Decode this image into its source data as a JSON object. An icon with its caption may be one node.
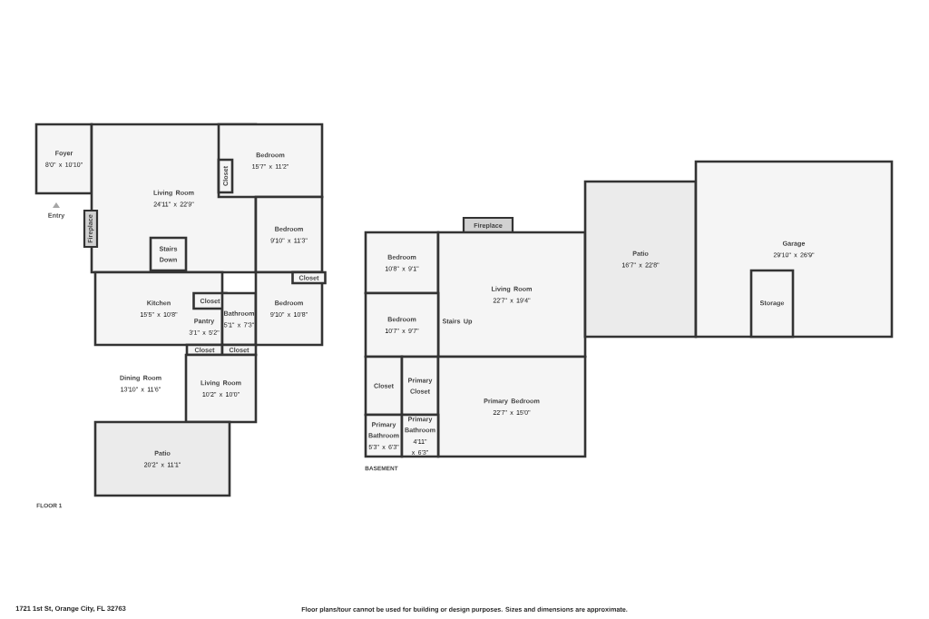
{
  "diagram": {
    "nodes": [
      {
        "text": [
          "Foyer",
          "8'0\" x 10'10\""
        ]
      },
      {
        "text": [
          "Living Room",
          "24'11\" x 22'9\""
        ]
      },
      {
        "text": [
          "Bedroom",
          "15'7\" x 11'2\""
        ]
      },
      {
        "text": [
          "Closet"
        ]
      },
      {
        "text": [
          "Bedroom",
          "9'10\" x 11'3\""
        ]
      },
      {
        "text": [
          "Stairs Down"
        ],
        "in": 1
      },
      {
        "text": [
          "Fireplace"
        ]
      },
      {
        "text": [
          "Kitchen",
          "15'5\" x 10'8\""
        ]
      },
      {
        "text": [
          "Closet"
        ],
        "in": 7
      },
      {
        "text": [
          "Pantry",
          "3'1\" x 5'2\""
        ],
        "in": 7
      },
      {
        "text": [
          "Bathroom",
          "5'1\" x 7'3\""
        ]
      },
      {
        "text": [
          "Bedroom",
          "9'10\" x 10'8\""
        ]
      },
      {
        "text": [
          "Closet"
        ],
        "in": 11
      },
      {
        "text": [
          "Closet"
        ]
      },
      {
        "text": [
          "Closet"
        ]
      },
      {
        "text": [
          "Dining Room",
          "13'10\" x 11'6\""
        ]
      },
      {
        "text": [
          "Living Room",
          "10'2\" x 10'0\""
        ]
      },
      {
        "text": [
          "Patio",
          "20'2\" x 11'1\""
        ]
      },
      {
        "text": [
          "Fireplace"
        ]
      },
      {
        "text": [
          "Bedroom",
          "10'8\" x 9'1\""
        ]
      },
      {
        "text": [
          "Living Room",
          "22'7\" x 19'4\""
        ]
      },
      {
        "text": [
          "Stairs Up"
        ],
        "in": 20
      },
      {
        "text": [
          "Bedroom",
          "10'7\" x 9'7\""
        ]
      },
      {
        "text": [
          "Closet"
        ]
      },
      {
        "text": [
          "Primary Closet"
        ]
      },
      {
        "text": [
          "Primary Bedroom",
          "22'7\" x 15'0\""
        ]
      },
      {
        "text": [
          "Primary Bathroom",
          "5'3\" x 6'3\""
        ]
      },
      {
        "text": [
          "Primary Bathroom",
          "4'11\" x 6'3\""
        ]
      },
      {
        "text": [
          "Patio",
          "16'7\" x 22'8\""
        ]
      },
      {
        "text": [
          "Garage",
          "29'10\" x 26'9\""
        ]
      },
      {
        "text": [
          "Storage"
        ],
        "in": 29
      }
    ],
    "labels": [
      "Entry",
      "FLOOR 1",
      "BASEMENT",
      "1721 1st St, Orange City, FL 32763",
      "Floor plans/tour cannot be used for building or design purposes. Sizes and dimensions are approximate."
    ]
  }
}
